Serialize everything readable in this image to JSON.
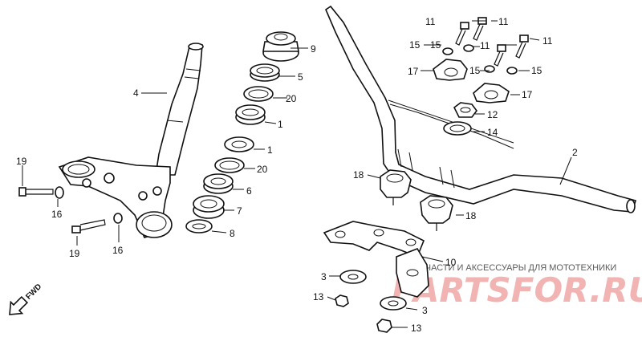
{
  "callouts": [
    {
      "id": "c1",
      "text": "1"
    },
    {
      "id": "c2",
      "text": "1"
    },
    {
      "id": "c3",
      "text": "2"
    },
    {
      "id": "c4",
      "text": "3"
    },
    {
      "id": "c5",
      "text": "3"
    },
    {
      "id": "c6",
      "text": "4"
    },
    {
      "id": "c7",
      "text": "5"
    },
    {
      "id": "c8",
      "text": "6"
    },
    {
      "id": "c9",
      "text": "7"
    },
    {
      "id": "c10",
      "text": "8"
    },
    {
      "id": "c11",
      "text": "9"
    },
    {
      "id": "c12",
      "text": "10"
    },
    {
      "id": "c13",
      "text": "11"
    },
    {
      "id": "c14",
      "text": "11"
    },
    {
      "id": "c15",
      "text": "11"
    },
    {
      "id": "c16",
      "text": "11"
    },
    {
      "id": "c17",
      "text": "12"
    },
    {
      "id": "c18",
      "text": "13"
    },
    {
      "id": "c19",
      "text": "13"
    },
    {
      "id": "c20",
      "text": "14"
    },
    {
      "id": "c21",
      "text": "15"
    },
    {
      "id": "c22",
      "text": "15"
    },
    {
      "id": "c23",
      "text": "15"
    },
    {
      "id": "c24",
      "text": "15"
    },
    {
      "id": "c25",
      "text": "16"
    },
    {
      "id": "c26",
      "text": "16"
    },
    {
      "id": "c27",
      "text": "17"
    },
    {
      "id": "c28",
      "text": "17"
    },
    {
      "id": "c29",
      "text": "18"
    },
    {
      "id": "c30",
      "text": "18"
    },
    {
      "id": "c31",
      "text": "19"
    },
    {
      "id": "c32",
      "text": "19"
    },
    {
      "id": "c33",
      "text": "20"
    },
    {
      "id": "c34",
      "text": "20"
    }
  ],
  "direction_label": "FWD",
  "watermark": {
    "caption": "ЗАПЧАСТИ И АКСЕССУАРЫ ДЛЯ МОТОТЕХНИКИ",
    "logo": "PARTSFOR.RU"
  }
}
